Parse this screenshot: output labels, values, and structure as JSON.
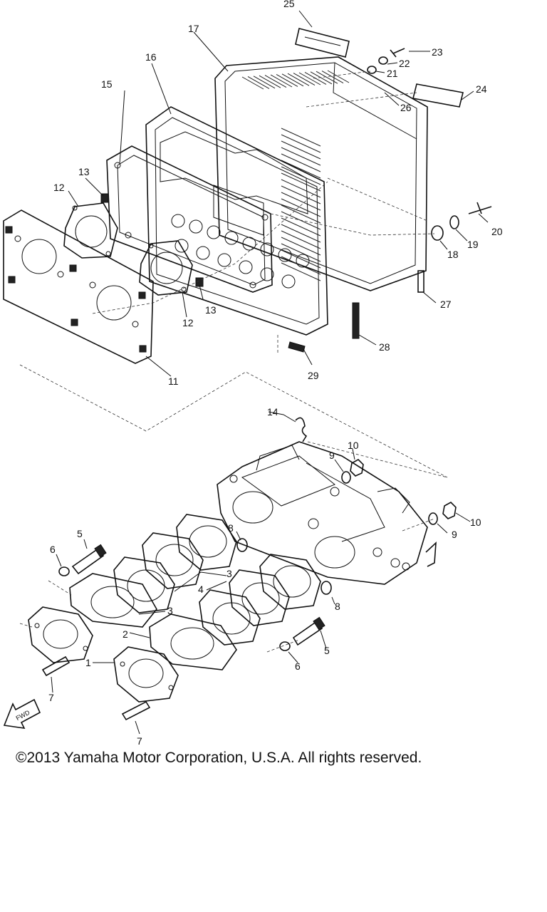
{
  "labels": {
    "l1": "1",
    "l2": "2",
    "l3a": "3",
    "l3b": "3",
    "l4": "4",
    "l5a": "5",
    "l5b": "5",
    "l6a": "6",
    "l6b": "6",
    "l7a": "7",
    "l7b": "7",
    "l8a": "8",
    "l8b": "8",
    "l9a": "9",
    "l9b": "9",
    "l10a": "10",
    "l10b": "10",
    "l11": "11",
    "l12a": "12",
    "l12b": "12",
    "l13a": "13",
    "l13b": "13",
    "l14": "14",
    "l15": "15",
    "l16": "16",
    "l17": "17",
    "l18": "18",
    "l19": "19",
    "l20": "20",
    "l21": "21",
    "l22": "22",
    "l23": "23",
    "l24": "24",
    "l25": "25",
    "l26": "26",
    "l27": "27",
    "l28": "28",
    "l29": "29"
  },
  "fwd_arrow_text": "FWD",
  "copyright": "©2013 Yamaha Motor Corporation, U.S.A. All rights reserved."
}
